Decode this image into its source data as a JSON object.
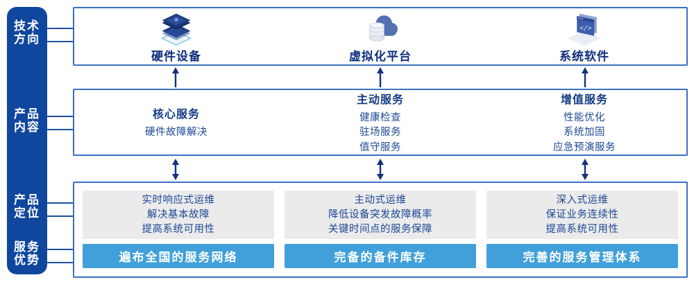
{
  "colors": {
    "sidebar_bg": "#10479E",
    "box_border": "#3A70C2",
    "heading_text": "#0E2F7D",
    "subheading_text": "#123A85",
    "body_text": "#1D4796",
    "arrow": "#15317E",
    "connector_line": "#1E4EA0",
    "panel_gray": "#EBEBEB",
    "banner_bg": "#41A0DA",
    "banner_text": "#FFFFFF"
  },
  "sidebar": {
    "labels": [
      {
        "lines": [
          "技术",
          "方向"
        ]
      },
      {
        "lines": [
          "产品",
          "内容"
        ]
      },
      {
        "lines": [
          "产品",
          "定位"
        ]
      },
      {
        "lines": [
          "服务",
          "优势"
        ]
      }
    ]
  },
  "tech_row": {
    "items": [
      {
        "icon": "server-stack-icon",
        "label": "硬件设备"
      },
      {
        "icon": "cloud-database-icon",
        "label": "虚拟化平台"
      },
      {
        "icon": "code-window-icon",
        "label": "系统软件"
      }
    ]
  },
  "content_row": {
    "columns": [
      {
        "heading": "核心服务",
        "items": [
          "硬件故障解决"
        ]
      },
      {
        "heading": "主动服务",
        "items": [
          "健康检查",
          "驻场服务",
          "值守服务"
        ]
      },
      {
        "heading": "增值服务",
        "items": [
          "性能优化",
          "系统加固",
          "应急预演服务"
        ]
      }
    ]
  },
  "position_row": {
    "columns": [
      {
        "desc_lines": [
          "实时响应式运维",
          "解决基本故障",
          "提高系统可用性"
        ],
        "banner": "遍布全国的服务网络"
      },
      {
        "desc_lines": [
          "主动式运维",
          "降低设备突发故障概率",
          "关键时间点的服务保障"
        ],
        "banner": "完备的备件库存"
      },
      {
        "desc_lines": [
          "深入式运维",
          "保证业务连续性",
          "提高系统可用性"
        ],
        "banner": "完善的服务管理体系"
      }
    ]
  }
}
